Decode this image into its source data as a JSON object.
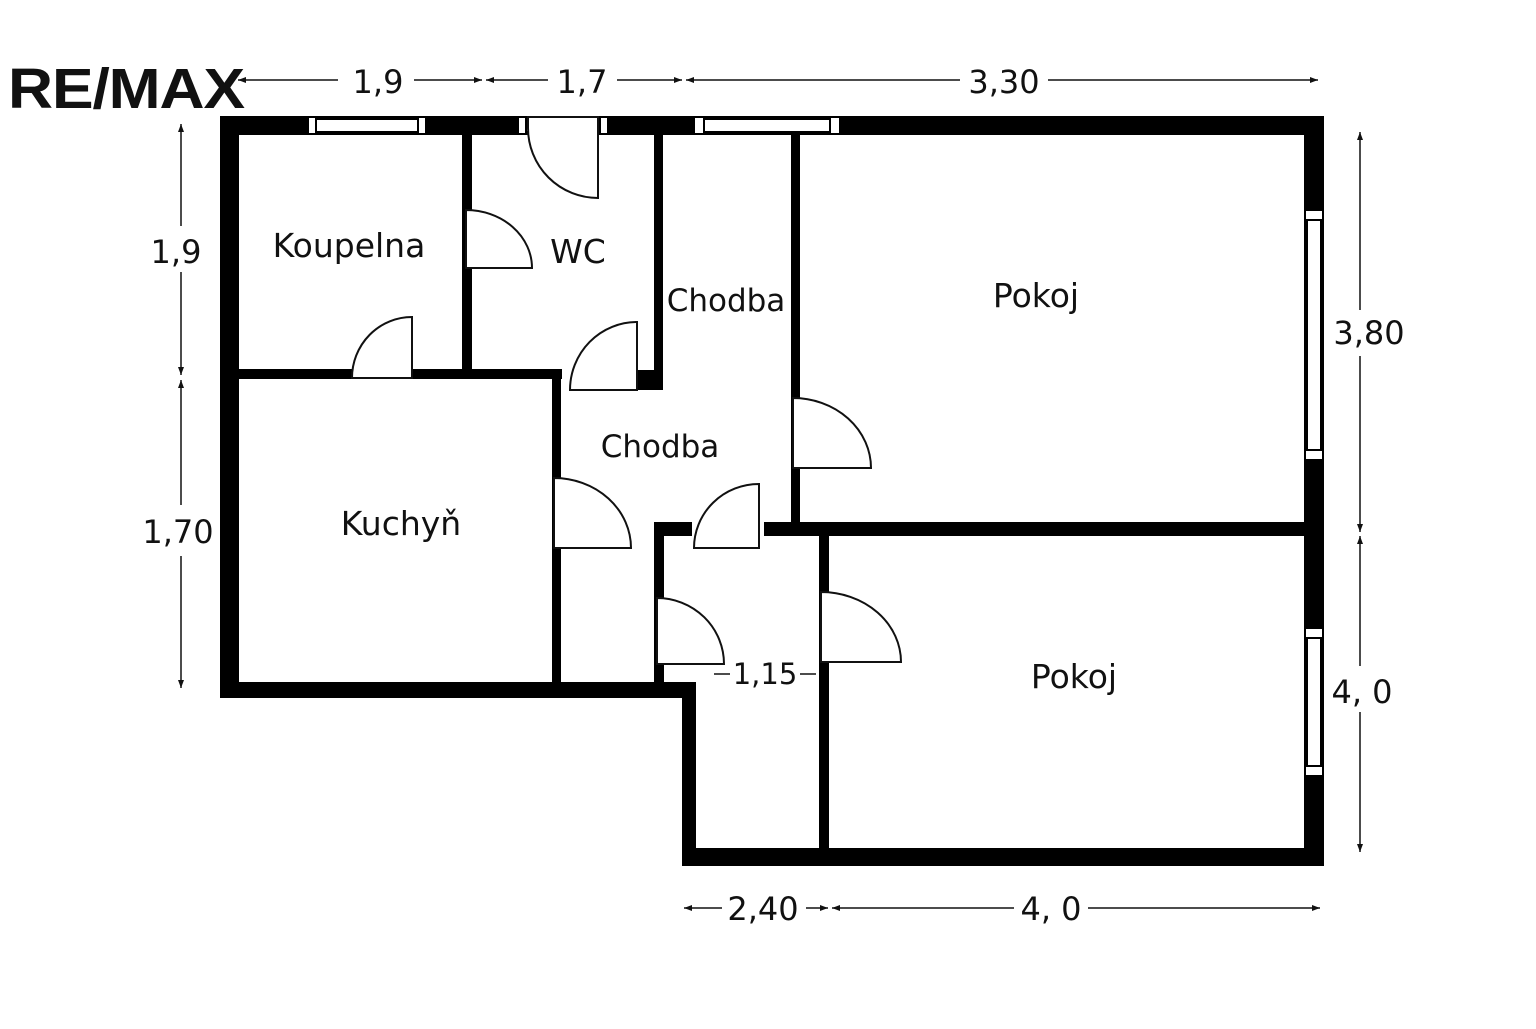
{
  "brand": {
    "logo_text": "RE/MAX",
    "color": "#e11b22"
  },
  "colors": {
    "wall": "#000000",
    "line": "#111111"
  },
  "rooms": {
    "koupelna": "Koupelna",
    "wc": "WC",
    "chodba_upper": "Chodba",
    "chodba_lower": "Chodba",
    "pokoj_upper": "Pokoj",
    "pokoj_lower": "Pokoj",
    "kuchyn": "Kuchyň"
  },
  "dimensions": {
    "top_1": "1,9",
    "top_2": "1,7",
    "top_3": "3,30",
    "left_1": "1,9",
    "left_2": "1,70",
    "right_1": "3,80",
    "right_2": "4, 0",
    "bottom_1": "2,40",
    "bottom_2": "4, 0",
    "inner": "1,15"
  }
}
